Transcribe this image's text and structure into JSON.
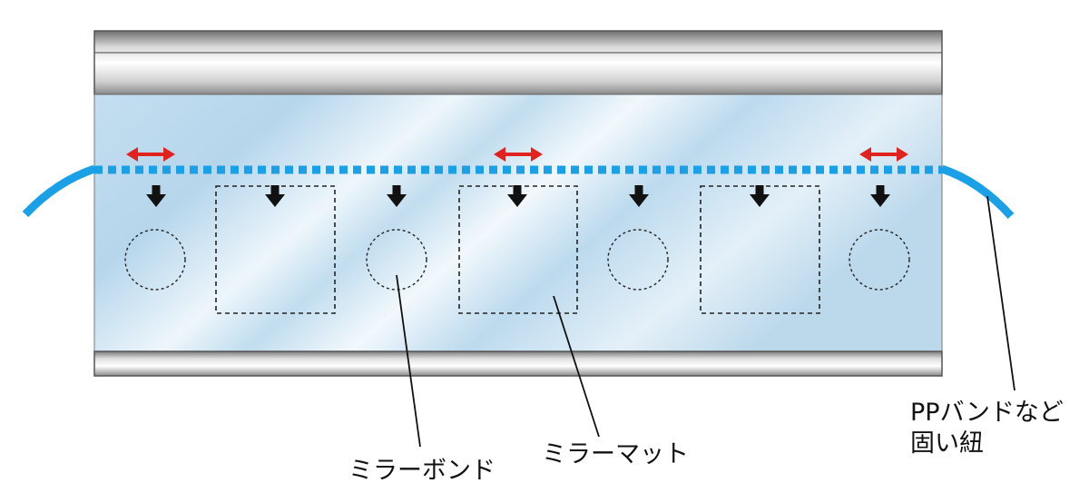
{
  "labels": {
    "mirror_bond": "ミラーボンド",
    "mirror_mat": "ミラーマット",
    "band_line1": "PPバンドなど",
    "band_line2": "固い紐"
  },
  "colors": {
    "band": "#1aa0e6",
    "arrow_red": "#e0231e",
    "arrow_black": "#111111",
    "glass_light": "#eef6fb",
    "glass_blue": "#b9d9ee",
    "frame_dark": "#8c8c8c",
    "frame_light": "#f4f4f4"
  },
  "icons": {
    "horizontal": "double-headed-arrow-icon",
    "down": "down-arrow-icon"
  }
}
